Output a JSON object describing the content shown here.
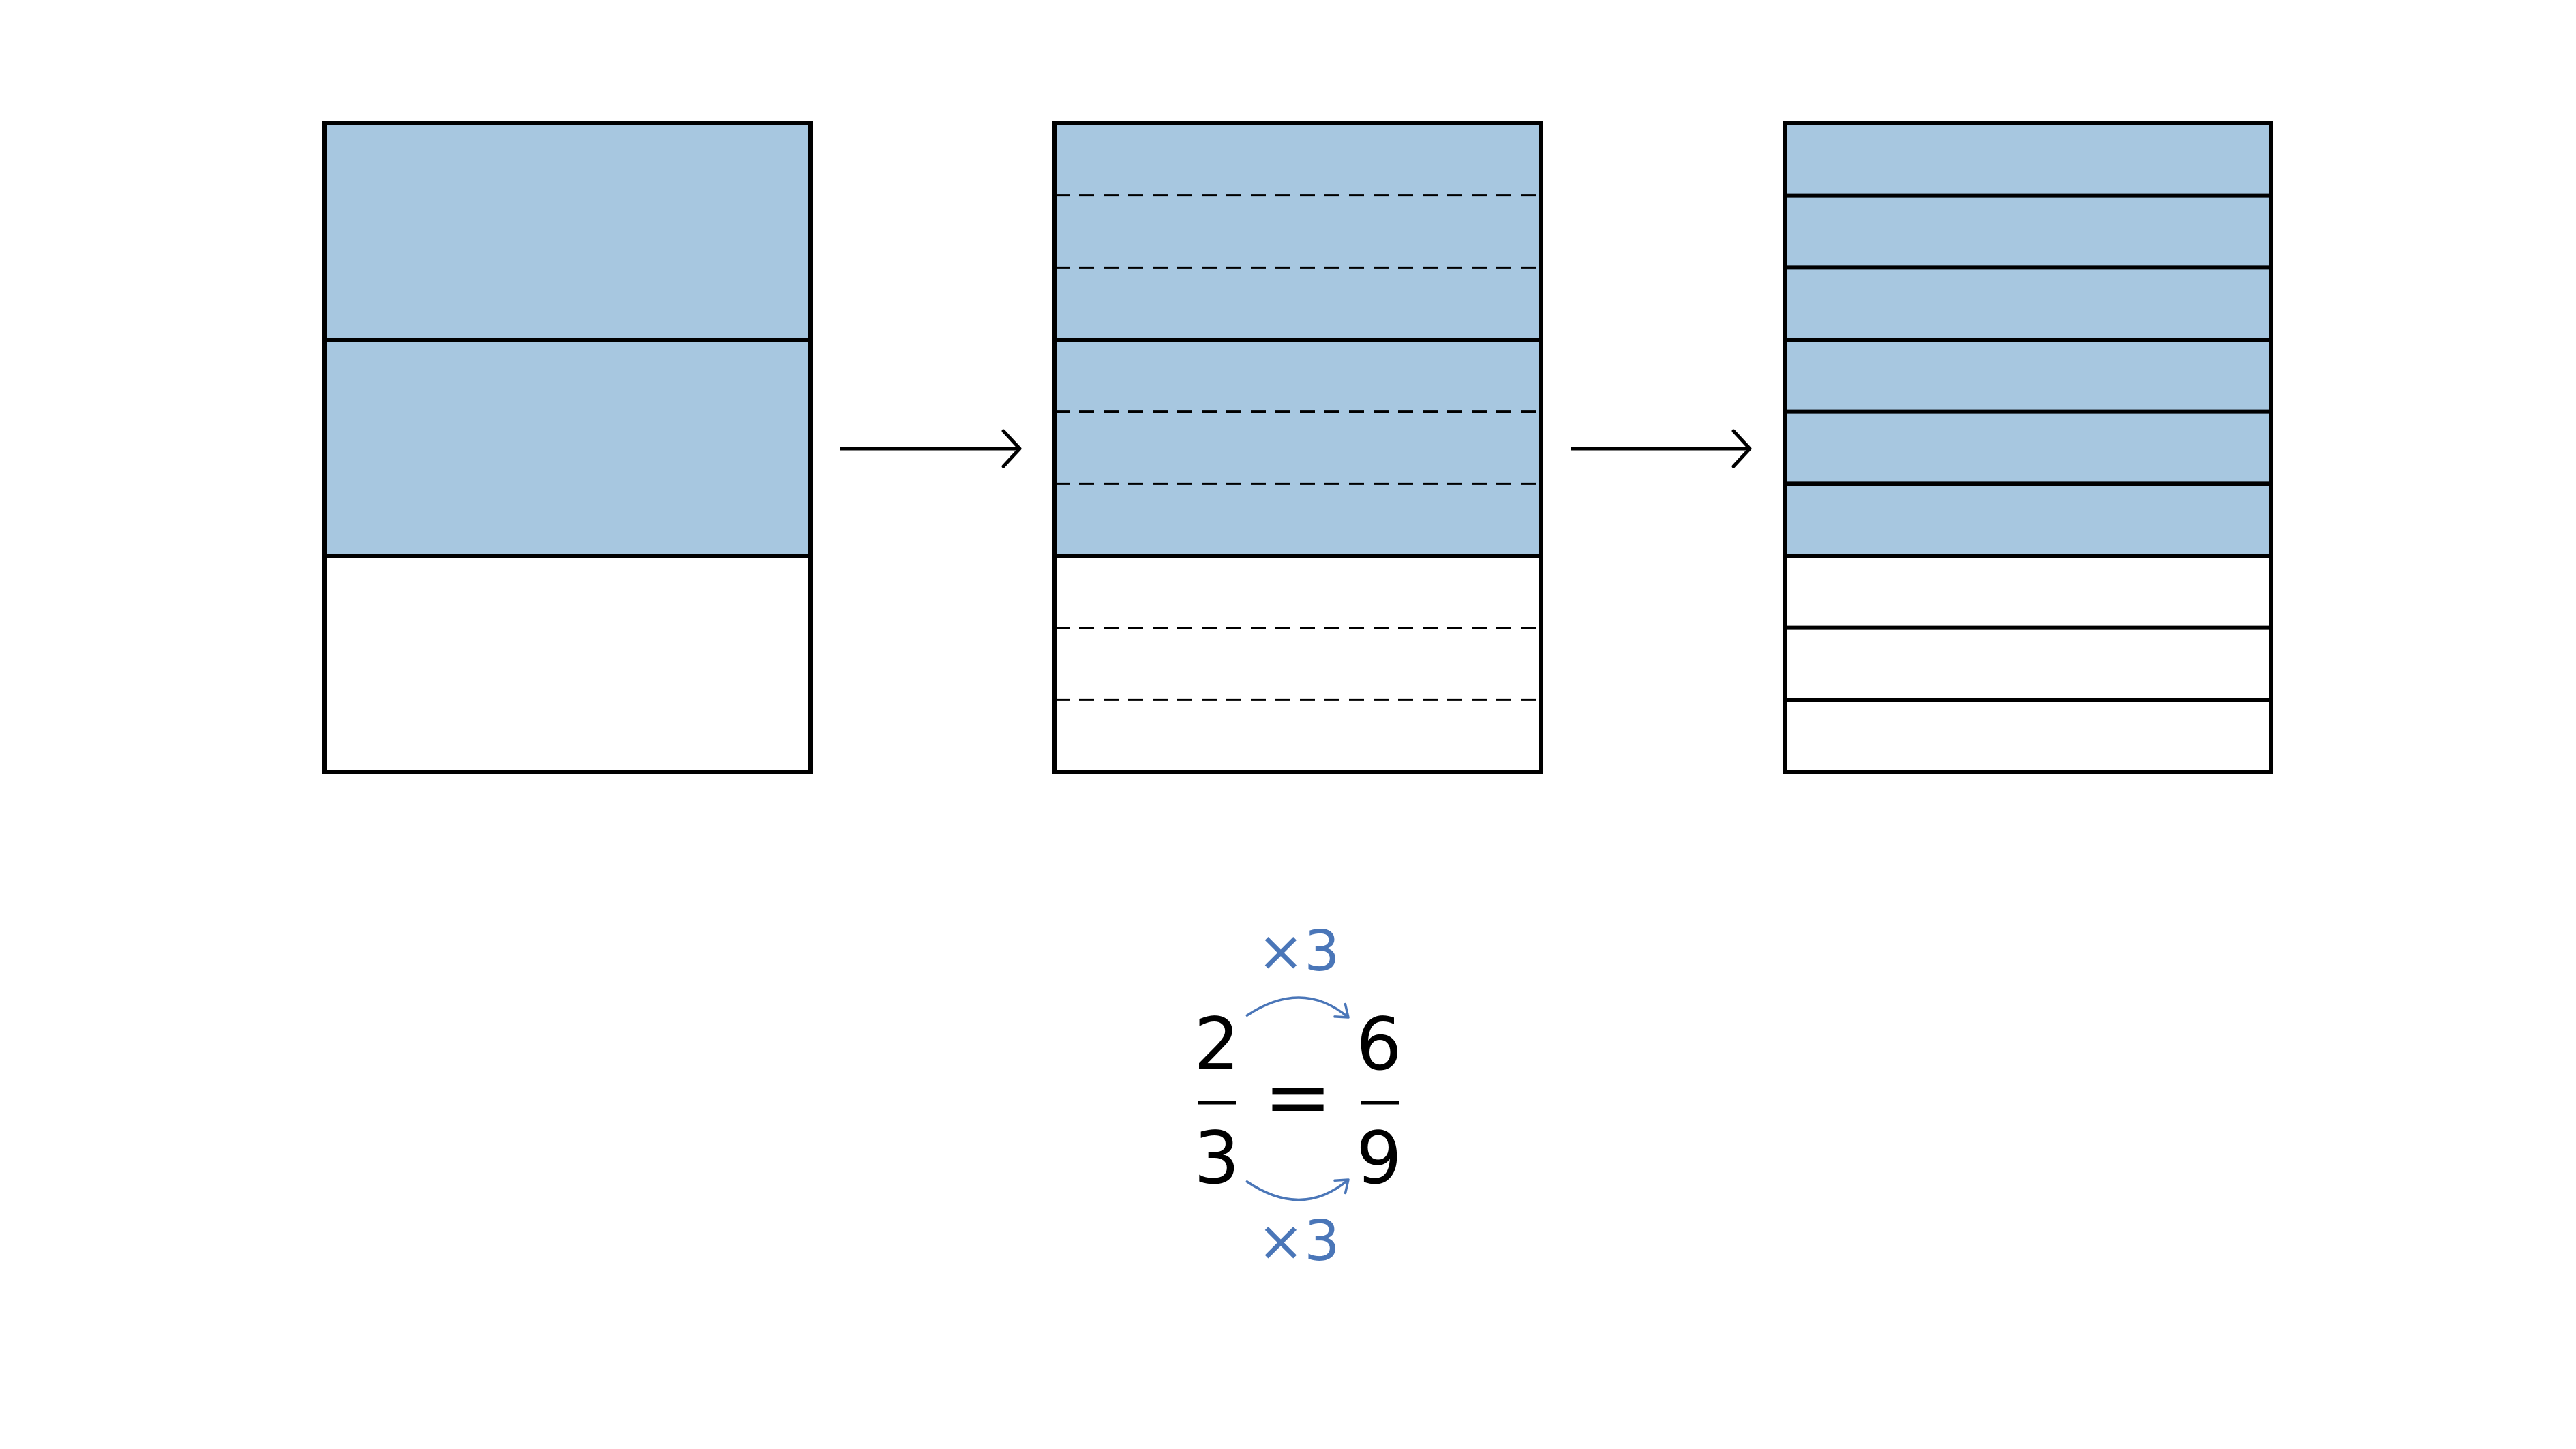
{
  "colors": {
    "shaded": "#a7c7e0",
    "unshaded": "#ffffff",
    "outline": "#000000",
    "accent": "#4a76b8"
  },
  "panels": [
    {
      "id": "original",
      "total_parts": 3,
      "shaded_parts": 2,
      "split_factor": 1,
      "sub_line_style": "none"
    },
    {
      "id": "subdividing",
      "total_parts": 3,
      "shaded_parts": 2,
      "split_factor": 3,
      "sub_line_style": "dashed"
    },
    {
      "id": "result",
      "total_parts": 9,
      "shaded_parts": 6,
      "split_factor": 1,
      "sub_line_style": "none"
    }
  ],
  "equation": {
    "left": {
      "numerator": "2",
      "denominator": "3"
    },
    "equals": "=",
    "right": {
      "numerator": "6",
      "denominator": "9"
    },
    "multiplier_top": "×3",
    "multiplier_bottom": "×3"
  }
}
